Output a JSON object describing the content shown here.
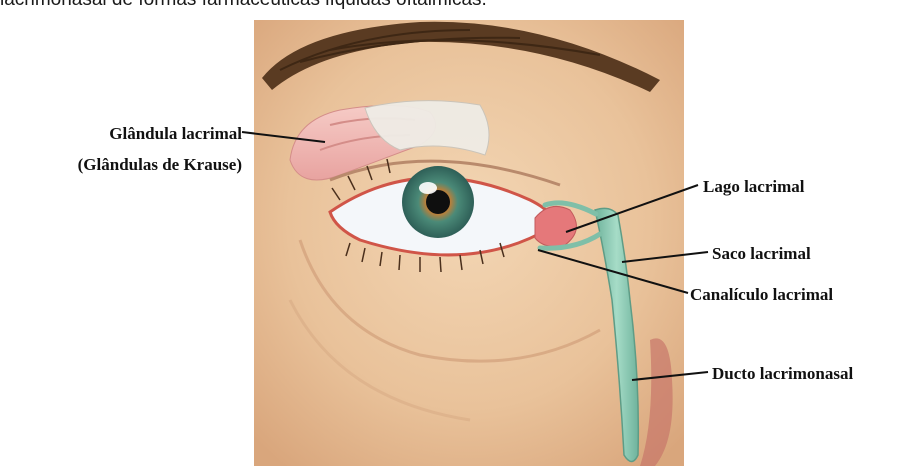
{
  "caption_fragment": "lacrimonasal de formas farmacêuticas líquidas oftálmicas.",
  "labels": {
    "gland_line1": "Glândula lacrimal",
    "gland_line2": "(Glândulas de Krause)",
    "lake": "Lago lacrimal",
    "sac": "Saco lacrimal",
    "canaliculus": "Canalículo lacrimal",
    "duct": "Ducto lacrimonasal"
  },
  "colors": {
    "skin": "#e9c29a",
    "gland": "#f0b9b6",
    "duct": "#8fc9b4",
    "iris": "#4b8a78",
    "caruncle": "#e5787a"
  }
}
